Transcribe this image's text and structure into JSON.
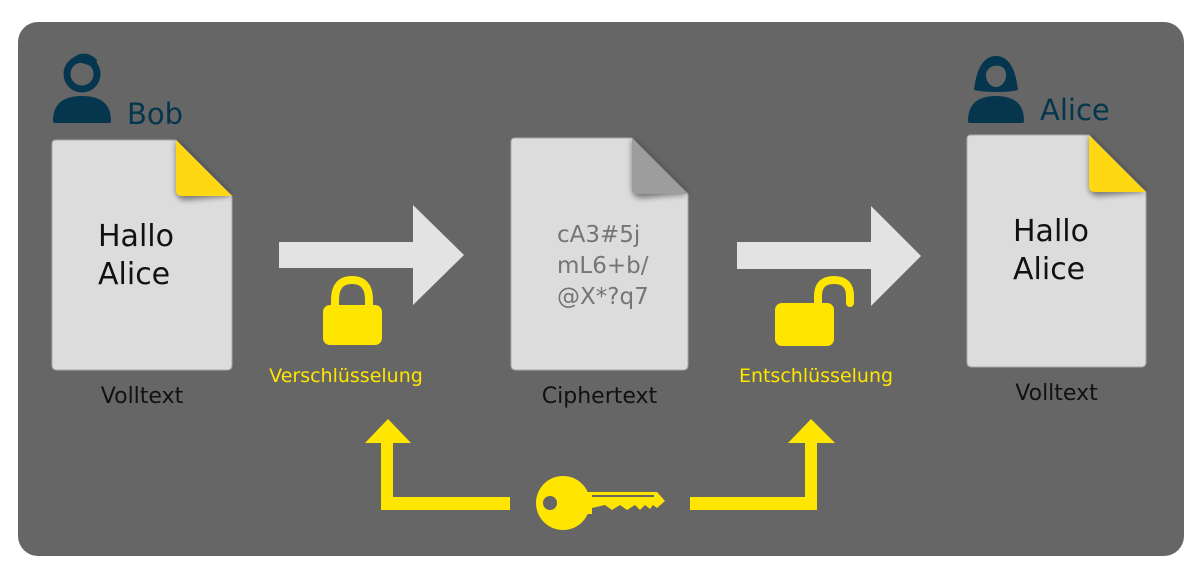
{
  "colors": {
    "panel": "#666666",
    "document": "#dcdcdc",
    "accent": "#ffe600",
    "person": "#05364d",
    "arrow": "#e3e3e3",
    "cipher_text": "#757575"
  },
  "sender": {
    "name": "Bob",
    "icon": "user-male-icon",
    "document": {
      "lines": [
        "Hallo",
        "Alice"
      ],
      "caption": "Volltext"
    }
  },
  "encryption": {
    "label": "Verschlüsselung",
    "icon": "lock-closed-icon"
  },
  "ciphertext": {
    "lines": [
      "cA3#5j",
      "mL6+b/",
      "@X*?q7"
    ],
    "caption": "Ciphertext"
  },
  "decryption": {
    "label": "Entschlüsselung",
    "icon": "lock-open-icon"
  },
  "recipient": {
    "name": "Alice",
    "icon": "user-female-icon",
    "document": {
      "lines": [
        "Hallo",
        "Alice"
      ],
      "caption": "Volltext"
    }
  },
  "key": {
    "icon": "key-icon"
  }
}
